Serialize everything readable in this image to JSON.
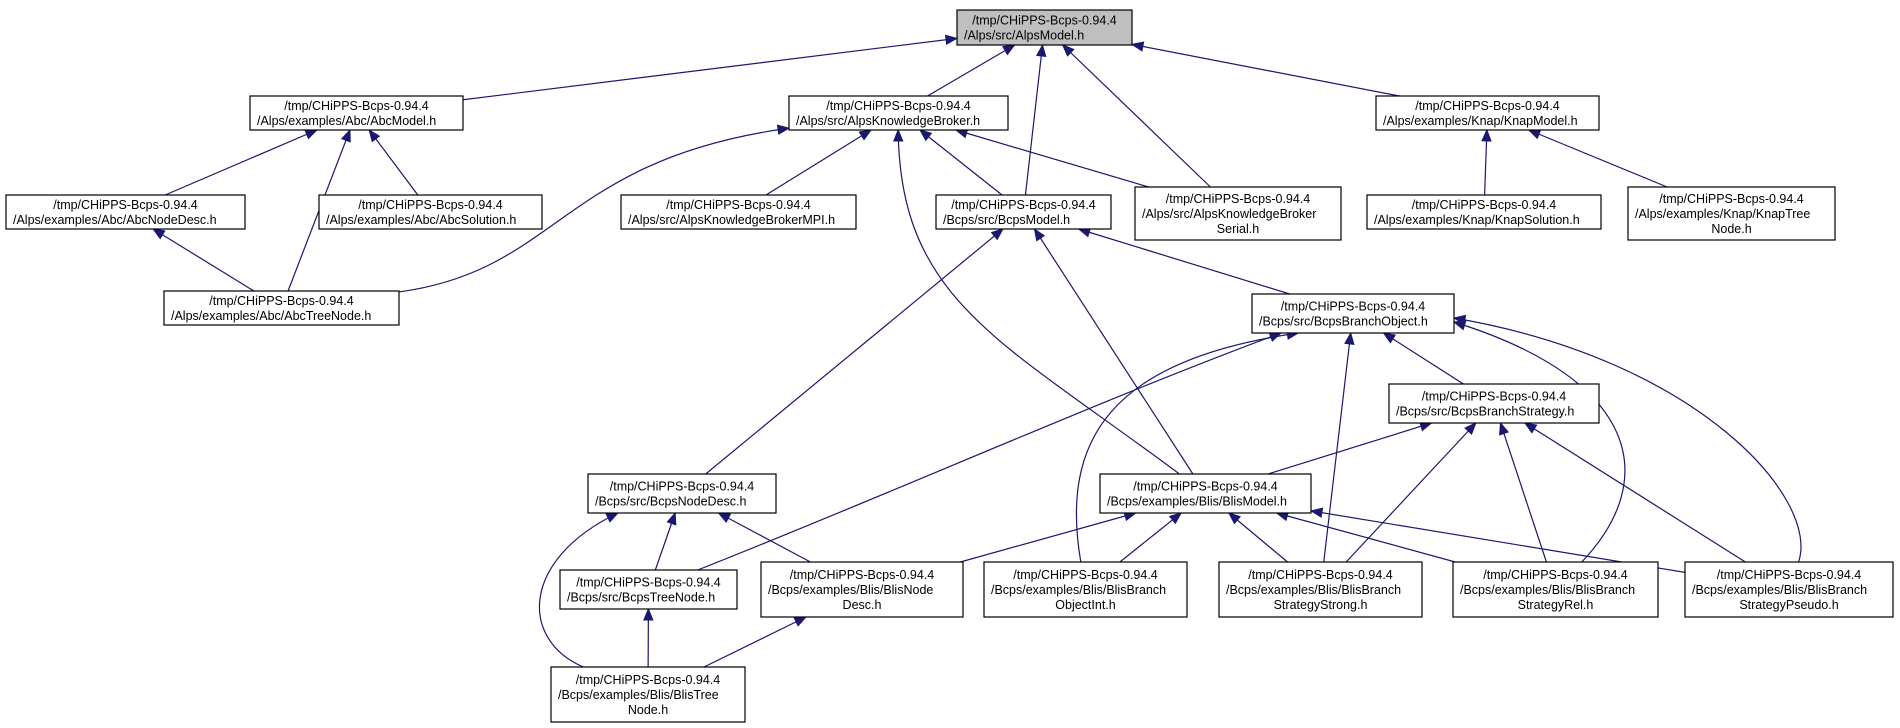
{
  "graph": {
    "nodes": [
      {
        "id": "alpsmodel",
        "lines": [
          "/tmp/CHiPPS-Bcps-0.94.4",
          "/Alps/src/AlpsModel.h"
        ],
        "highlight": true
      },
      {
        "id": "abcmodel",
        "lines": [
          "/tmp/CHiPPS-Bcps-0.94.4",
          "/Alps/examples/Abc/AbcModel.h"
        ]
      },
      {
        "id": "alpskb",
        "lines": [
          "/tmp/CHiPPS-Bcps-0.94.4",
          "/Alps/src/AlpsKnowledgeBroker.h"
        ]
      },
      {
        "id": "knapmodel",
        "lines": [
          "/tmp/CHiPPS-Bcps-0.94.4",
          "/Alps/examples/Knap/KnapModel.h"
        ]
      },
      {
        "id": "abcnodedesc",
        "lines": [
          "/tmp/CHiPPS-Bcps-0.94.4",
          "/Alps/examples/Abc/AbcNodeDesc.h"
        ]
      },
      {
        "id": "abcsolution",
        "lines": [
          "/tmp/CHiPPS-Bcps-0.94.4",
          "/Alps/examples/Abc/AbcSolution.h"
        ]
      },
      {
        "id": "alpskbmpi",
        "lines": [
          "/tmp/CHiPPS-Bcps-0.94.4",
          "/Alps/src/AlpsKnowledgeBrokerMPI.h"
        ]
      },
      {
        "id": "bcpsmodel",
        "lines": [
          "/tmp/CHiPPS-Bcps-0.94.4",
          "/Bcps/src/BcpsModel.h"
        ]
      },
      {
        "id": "alpskbserial",
        "lines": [
          "/tmp/CHiPPS-Bcps-0.94.4",
          "/Alps/src/AlpsKnowledgeBroker",
          "Serial.h"
        ]
      },
      {
        "id": "knapsolution",
        "lines": [
          "/tmp/CHiPPS-Bcps-0.94.4",
          "/Alps/examples/Knap/KnapSolution.h"
        ]
      },
      {
        "id": "knaptreenode",
        "lines": [
          "/tmp/CHiPPS-Bcps-0.94.4",
          "/Alps/examples/Knap/KnapTree",
          "Node.h"
        ]
      },
      {
        "id": "abctreenode",
        "lines": [
          "/tmp/CHiPPS-Bcps-0.94.4",
          "/Alps/examples/Abc/AbcTreeNode.h"
        ]
      },
      {
        "id": "bcpsbranchobject",
        "lines": [
          "/tmp/CHiPPS-Bcps-0.94.4",
          "/Bcps/src/BcpsBranchObject.h"
        ]
      },
      {
        "id": "bcpsbranchstrategy",
        "lines": [
          "/tmp/CHiPPS-Bcps-0.94.4",
          "/Bcps/src/BcpsBranchStrategy.h"
        ]
      },
      {
        "id": "bcpsnodedesc",
        "lines": [
          "/tmp/CHiPPS-Bcps-0.94.4",
          "/Bcps/src/BcpsNodeDesc.h"
        ]
      },
      {
        "id": "blismodel",
        "lines": [
          "/tmp/CHiPPS-Bcps-0.94.4",
          "/Bcps/examples/Blis/BlisModel.h"
        ]
      },
      {
        "id": "bcpstreenode",
        "lines": [
          "/tmp/CHiPPS-Bcps-0.94.4",
          "/Bcps/src/BcpsTreeNode.h"
        ]
      },
      {
        "id": "blisnodedesc",
        "lines": [
          "/tmp/CHiPPS-Bcps-0.94.4",
          "/Bcps/examples/Blis/BlisNode",
          "Desc.h"
        ]
      },
      {
        "id": "blisbranchobjectint",
        "lines": [
          "/tmp/CHiPPS-Bcps-0.94.4",
          "/Bcps/examples/Blis/BlisBranch",
          "ObjectInt.h"
        ]
      },
      {
        "id": "blisbsstrong",
        "lines": [
          "/tmp/CHiPPS-Bcps-0.94.4",
          "/Bcps/examples/Blis/BlisBranch",
          "StrategyStrong.h"
        ]
      },
      {
        "id": "blisbsrel",
        "lines": [
          "/tmp/CHiPPS-Bcps-0.94.4",
          "/Bcps/examples/Blis/BlisBranch",
          "StrategyRel.h"
        ]
      },
      {
        "id": "blisbspseudo",
        "lines": [
          "/tmp/CHiPPS-Bcps-0.94.4",
          "/Bcps/examples/Blis/BlisBranch",
          "StrategyPseudo.h"
        ]
      },
      {
        "id": "blistreenode",
        "lines": [
          "/tmp/CHiPPS-Bcps-0.94.4",
          "/Bcps/examples/Blis/BlisTree",
          "Node.h"
        ]
      }
    ],
    "edges": [
      {
        "from": "abcmodel",
        "to": "alpsmodel"
      },
      {
        "from": "alpskb",
        "to": "alpsmodel"
      },
      {
        "from": "bcpsmodel",
        "to": "alpsmodel"
      },
      {
        "from": "alpskbserial",
        "to": "alpsmodel"
      },
      {
        "from": "knapmodel",
        "to": "alpsmodel"
      },
      {
        "from": "abcnodedesc",
        "to": "abcmodel"
      },
      {
        "from": "abcsolution",
        "to": "abcmodel"
      },
      {
        "from": "abctreenode",
        "to": "abcmodel"
      },
      {
        "from": "abctreenode",
        "to": "abcnodedesc"
      },
      {
        "from": "abctreenode",
        "to": "alpskb"
      },
      {
        "from": "alpskbmpi",
        "to": "alpskb"
      },
      {
        "from": "bcpsmodel",
        "to": "alpskb"
      },
      {
        "from": "alpskbserial",
        "to": "alpskb"
      },
      {
        "from": "blismodel",
        "to": "alpskb"
      },
      {
        "from": "knapsolution",
        "to": "knapmodel"
      },
      {
        "from": "knaptreenode",
        "to": "knapmodel"
      },
      {
        "from": "bcpsbranchobject",
        "to": "bcpsmodel"
      },
      {
        "from": "bcpsnodedesc",
        "to": "bcpsmodel"
      },
      {
        "from": "blismodel",
        "to": "bcpsmodel"
      },
      {
        "from": "bcpsbranchstrategy",
        "to": "bcpsbranchobject"
      },
      {
        "from": "bcpstreenode",
        "to": "bcpsbranchobject"
      },
      {
        "from": "blisbranchobjectint",
        "to": "bcpsbranchobject"
      },
      {
        "from": "blisbsstrong",
        "to": "bcpsbranchobject"
      },
      {
        "from": "blisbsrel",
        "to": "bcpsbranchobject"
      },
      {
        "from": "blisbspseudo",
        "to": "bcpsbranchobject"
      },
      {
        "from": "blismodel",
        "to": "bcpsbranchstrategy"
      },
      {
        "from": "blisbsstrong",
        "to": "bcpsbranchstrategy"
      },
      {
        "from": "blisbsrel",
        "to": "bcpsbranchstrategy"
      },
      {
        "from": "blisbspseudo",
        "to": "bcpsbranchstrategy"
      },
      {
        "from": "bcpstreenode",
        "to": "bcpsnodedesc"
      },
      {
        "from": "blisnodedesc",
        "to": "bcpsnodedesc"
      },
      {
        "from": "blistreenode",
        "to": "bcpsnodedesc"
      },
      {
        "from": "blisnodedesc",
        "to": "blismodel"
      },
      {
        "from": "blisbranchobjectint",
        "to": "blismodel"
      },
      {
        "from": "blisbsstrong",
        "to": "blismodel"
      },
      {
        "from": "blisbsrel",
        "to": "blismodel"
      },
      {
        "from": "blisbspseudo",
        "to": "blismodel"
      },
      {
        "from": "blistreenode",
        "to": "bcpstreenode"
      },
      {
        "from": "blistreenode",
        "to": "blisnodedesc"
      }
    ],
    "colors": {
      "edge": "#191970",
      "highlight_fill": "#bfbfbf",
      "box_border": "#000000"
    }
  }
}
